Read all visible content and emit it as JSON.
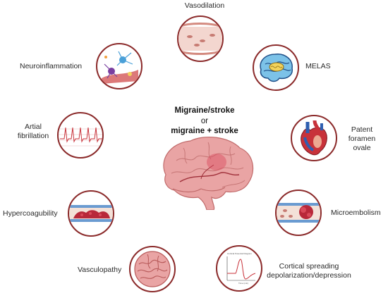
{
  "center": {
    "line1": "Migraine/stroke",
    "line2": "or",
    "line3": "migraine + stroke"
  },
  "factors": {
    "vasodilation": "Vasodilation",
    "melas": "MELAS",
    "pfo_1": "Patent",
    "pfo_2": "foramen",
    "pfo_3": "ovale",
    "microembolism": "Microembolism",
    "csd_1": "Cortical spreading",
    "csd_2": "depolarization/depression",
    "vasculopathy": "Vasculopathy",
    "hypercoagubility": "Hypercoagubility",
    "af_1": "Artial",
    "af_2": "fibrillation",
    "neuroinflammation": "Neuroinflammation"
  },
  "colors": {
    "ring": "#8b2a2a",
    "brain": "#e8a0a0",
    "brain_dark": "#c86a6a",
    "vessel": "#f3d6cf",
    "clot": "#b8283a",
    "heart_red": "#c8323a",
    "heart_blue": "#2f5fb0"
  },
  "icons": [
    "vessel-dilated-icon",
    "mitochondrial-brain-icon",
    "heart-icon",
    "embolus-vessel-icon",
    "csd-wave-plot-icon",
    "vasculopathy-brain-icon",
    "clotted-vessel-icon",
    "ecg-icon",
    "neuron-microglia-icon",
    "central-brain-icon"
  ]
}
